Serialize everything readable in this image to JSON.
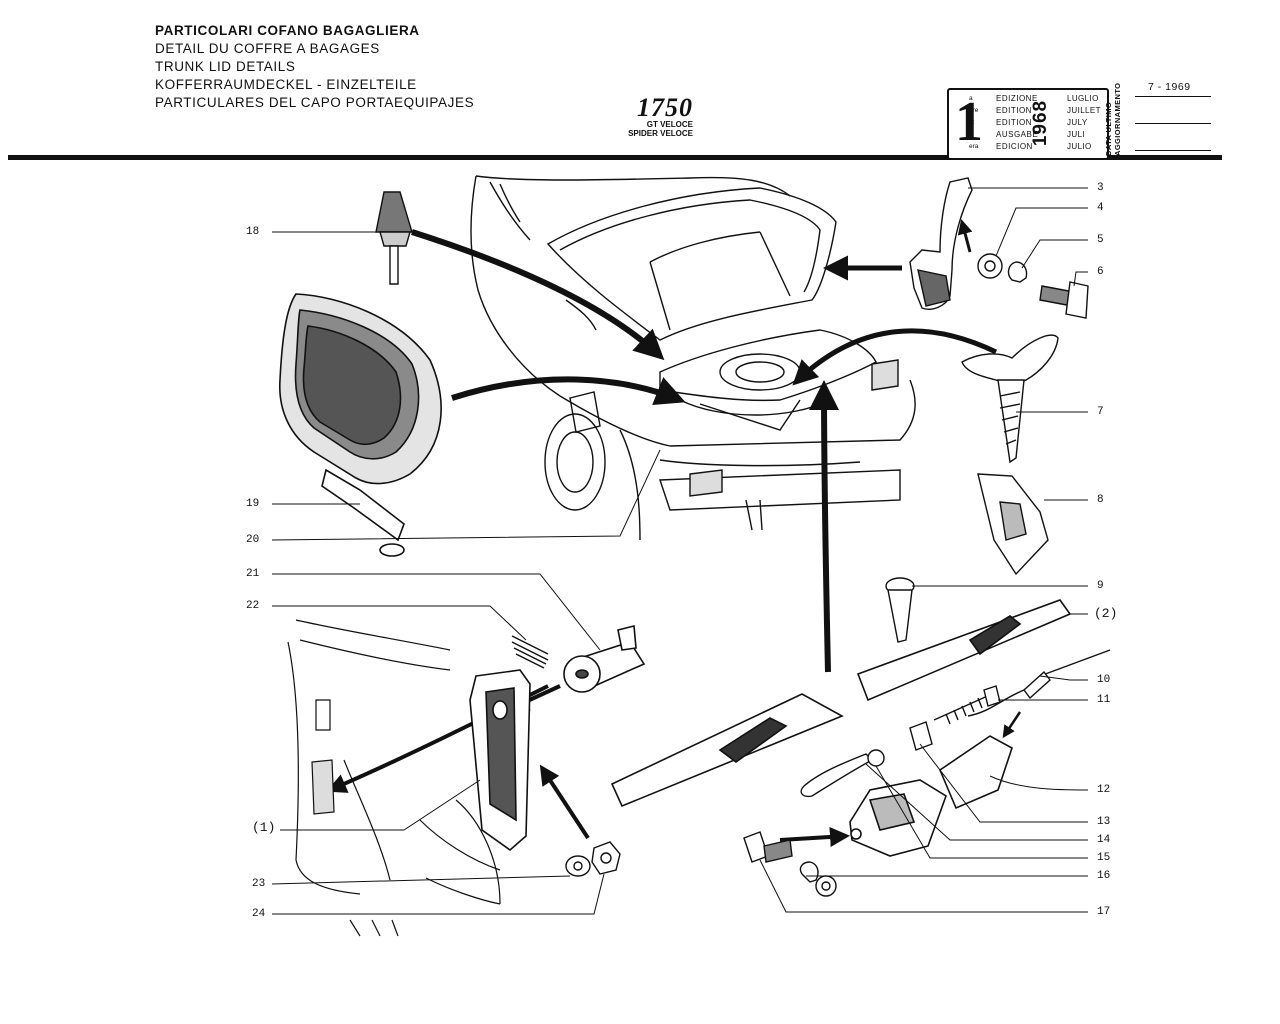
{
  "header": {
    "titles": [
      "PARTICOLARI COFANO BAGAGLIERA",
      "DETAIL DU COFFRE A BAGAGES",
      "TRUNK LID DETAILS",
      "KOFFERRAUMDECKEL - EINZELTEILE",
      "PARTICULARES DEL CAPO PORTAEQUIPAJES"
    ],
    "model": "1750",
    "variants": [
      "GT VELOCE",
      "SPIDER VELOCE"
    ]
  },
  "edition": {
    "number": "1",
    "superscripts": [
      "a",
      "ere",
      "st",
      ".",
      "era"
    ],
    "words": [
      "EDIZIONE",
      "EDITION",
      "EDITION",
      "AUSGABE",
      "EDICION"
    ],
    "year": "1968",
    "months": [
      "LUGLIO",
      "JUILLET",
      "JULY",
      "JULI",
      "JULIO"
    ]
  },
  "update": {
    "label_line1": "DATA ULTIMO",
    "label_line2": "AGGIORNAMENTO",
    "date": "7 - 1969"
  },
  "callouts": {
    "c1": "(1)",
    "c2": "(2)",
    "c3": "3",
    "c4": "4",
    "c5": "5",
    "c6": "6",
    "c7": "7",
    "c8": "8",
    "c9": "9",
    "c10": "10",
    "c11": "11",
    "c12": "12",
    "c13": "13",
    "c14": "14",
    "c15": "15",
    "c16": "16",
    "c17": "17",
    "c18": "18",
    "c19": "19",
    "c20": "20",
    "c21": "21",
    "c22": "22",
    "c23": "23",
    "c24": "24"
  }
}
